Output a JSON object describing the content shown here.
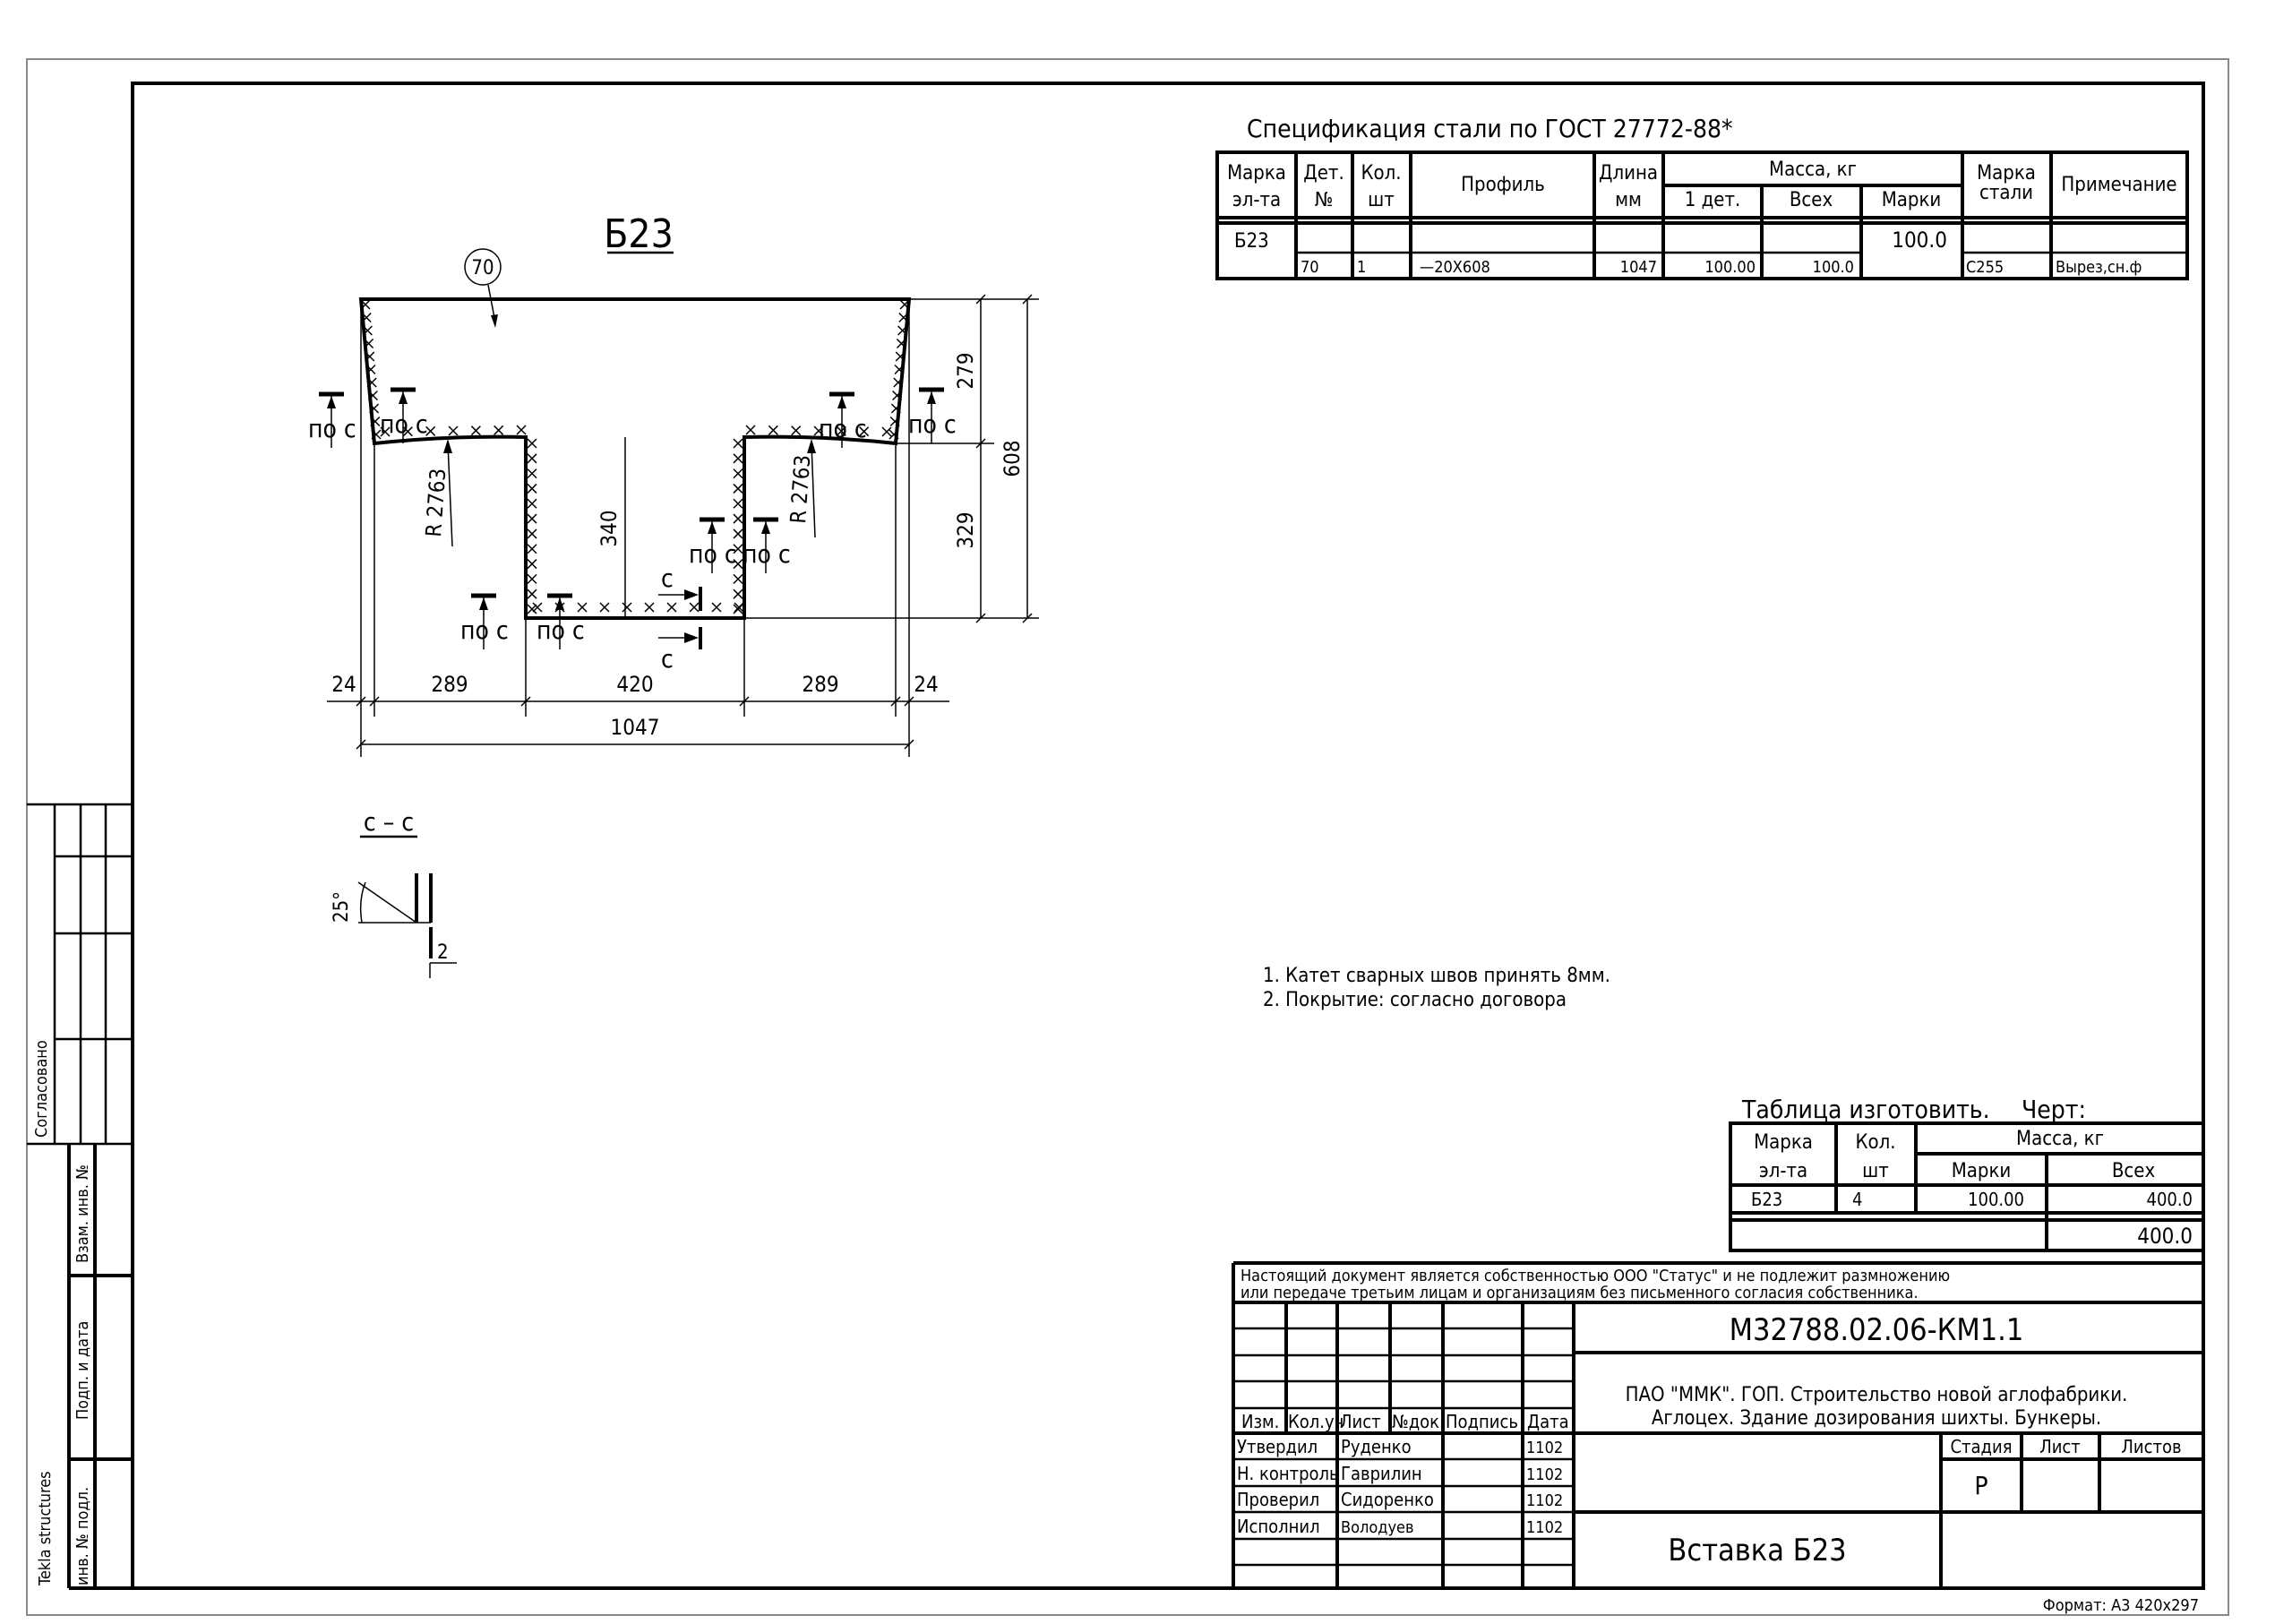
{
  "drawing": {
    "mark_title": "Б23",
    "part_balloon": "70",
    "weld_label": "по с",
    "section_mark": "с",
    "section_title": "с – с",
    "section_angle": "25°",
    "section_gap": "2",
    "radius_left": "R 2763",
    "radius_right": "R 2763",
    "dims": {
      "d24_left": "24",
      "d289_left": "289",
      "d420": "420",
      "d289_right": "289",
      "d24_right": "24",
      "overall": "1047",
      "inner_height": "340",
      "upper": "279",
      "lower": "329",
      "total_height": "608"
    }
  },
  "spec": {
    "title": "Спецификация стали по ГОСТ 27772-88*",
    "headers": {
      "mark_1": "Марка",
      "mark_2": "эл-та",
      "det_1": "Дет.",
      "det_2": "№",
      "qty_1": "Кол.",
      "qty_2": "шт",
      "profile": "Профиль",
      "length_1": "Длина",
      "length_2": "мм",
      "mass": "Масса, кг",
      "mass_one": "1 дет.",
      "mass_all": "Всех",
      "mass_mark": "Марки",
      "steel_1": "Марка",
      "steel_2": "стали",
      "note": "Примечание"
    },
    "row_mark": {
      "mark": "Б23",
      "mass_mark": "100.0"
    },
    "row_part": {
      "det": "70",
      "qty": "1",
      "profile": "—20X608",
      "length": "1047",
      "mass_one": "100.00",
      "mass_all": "100.0",
      "steel": "С255",
      "note": "Вырез,сн.ф"
    }
  },
  "notes": [
    "1. Катет сварных швов принять 8мм.",
    "2. Покрытие: согласно договора"
  ],
  "fabrication": {
    "title": "Таблица изготовить.",
    "drawing_label": "Черт:",
    "headers": {
      "mark_1": "Марка",
      "mark_2": "эл-та",
      "qty_1": "Кол.",
      "qty_2": "шт",
      "mass": "Масса, кг",
      "mass_mark": "Марки",
      "mass_all": "Всех"
    },
    "row": {
      "mark": "Б23",
      "qty": "4",
      "mass_mark": "100.00",
      "mass_all": "400.0"
    },
    "total": "400.0"
  },
  "title_block": {
    "notice_1": "Настоящий документ является собственностью ООО \"Статус\" и не подлежит размножению",
    "notice_2": "или передаче третьим лицам и организациям без письменного согласия собственника.",
    "doc_number": "М32788.02.06-КМ1.1",
    "project_1": "ПАО \"ММК\". ГОП. Строительство новой аглофабрики.",
    "project_2": "Аглоцех. Здание дозирования шихты. Бункеры.",
    "col_headers": [
      "Изм.",
      "Кол.уч",
      "Лист",
      "№док.",
      "Подпись",
      "Дата"
    ],
    "signatures": [
      {
        "role": "Утвердил",
        "name": "Руденко",
        "date": "1102"
      },
      {
        "role": "Н. контроль",
        "name": "Гаврилин",
        "date": "1102"
      },
      {
        "role": "Проверил",
        "name": "Сидоренко",
        "date": "1102"
      },
      {
        "role": "Исполнил",
        "name": "Володуев",
        "date": "1102"
      }
    ],
    "stage_label": "Стадия",
    "sheet_label": "Лист",
    "sheets_label": "Листов",
    "stage": "Р",
    "sheet_title": "Вставка Б23",
    "format": "Формат: А3  420x297"
  },
  "side_strip": {
    "agreed": "Согласовано",
    "replace_inv": "Взам. инв. №",
    "sign_date": "Подп. и дата",
    "inv_orig": "инв. № подл.",
    "software": "Tekla structures"
  }
}
